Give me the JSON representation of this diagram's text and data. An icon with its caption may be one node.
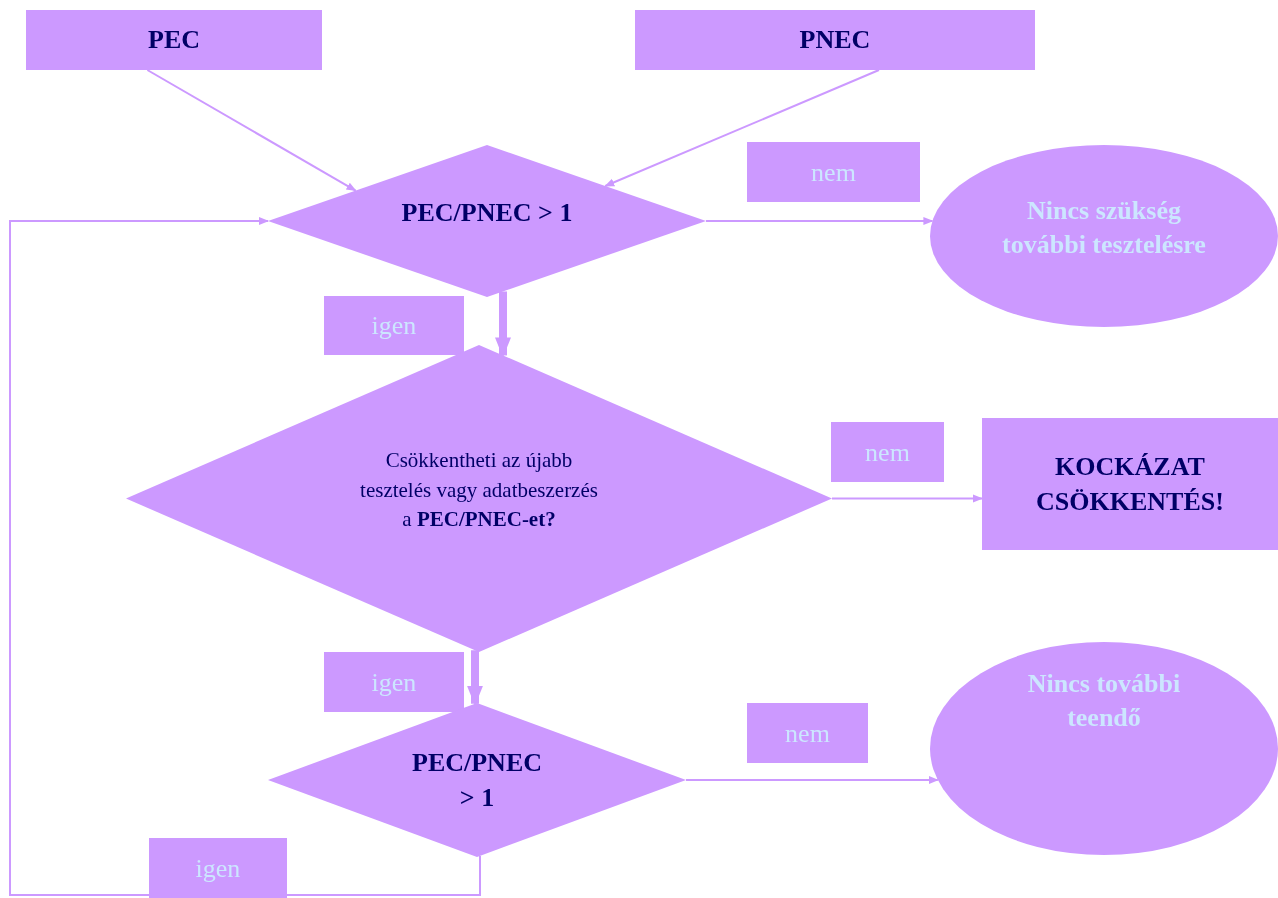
{
  "diagram": {
    "nodes": [
      {
        "text": [
          "PEC"
        ]
      },
      {
        "text": [
          "PNEC"
        ]
      },
      {
        "text": [
          "PEC/PNEC > 1"
        ]
      },
      {
        "text": [
          "nem"
        ]
      },
      {
        "text": [
          "Nincs szükség további tesztelésre"
        ]
      },
      {
        "text": [
          "igen"
        ]
      },
      {
        "text": [
          "Csökkentheti az újabb tesztelés vagy adatbeszerzés a **PEC/PNEC-et?**"
        ]
      },
      {
        "text": [
          "nem"
        ]
      },
      {
        "text": [
          "KOCKÁZAT CSÖKKENTÉS!"
        ]
      },
      {
        "text": [
          "igen"
        ]
      },
      {
        "text": [
          "PEC/PNEC > 1"
        ]
      },
      {
        "text": [
          "nem"
        ]
      },
      {
        "text": [
          "Nincs további teendő"
        ]
      },
      {
        "text": [
          "igen"
        ]
      }
    ],
    "edges": [
      {
        "from": 0,
        "to": 2,
        "arrow": "to"
      },
      {
        "from": 1,
        "to": 2,
        "arrow": "to"
      },
      {
        "from": 2,
        "to": 4,
        "arrow": "to"
      },
      {
        "from": 2,
        "to": 6,
        "arrow": "to",
        "style": "thick"
      },
      {
        "from": 6,
        "to": 8,
        "arrow": "to"
      },
      {
        "from": 6,
        "to": 10,
        "arrow": "to",
        "style": "thick"
      },
      {
        "from": 10,
        "to": 12,
        "arrow": "to"
      },
      {
        "from": 10,
        "to": 2,
        "arrow": "to"
      }
    ]
  }
}
